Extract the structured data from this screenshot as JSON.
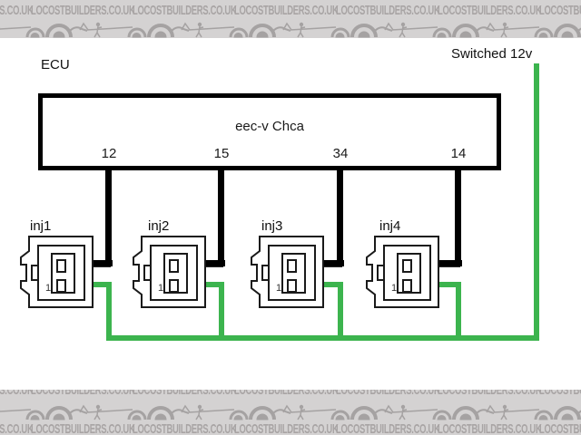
{
  "watermark": {
    "text": "LOCOSTBUILDERS.CO.UK",
    "car_icon": "kit-car-silhouette",
    "bg_color": "#d4d2d2",
    "fg_color": "#a8a4a4"
  },
  "labels": {
    "ecu": "ECU",
    "switched_12v": "Switched 12v"
  },
  "ecu_box": {
    "title": "eec-v Chca",
    "pins": [
      "12",
      "15",
      "34",
      "14"
    ]
  },
  "injectors": [
    {
      "label": "inj1",
      "pin_label": "1",
      "ecu_pin": "12"
    },
    {
      "label": "inj2",
      "pin_label": "1",
      "ecu_pin": "15"
    },
    {
      "label": "inj3",
      "pin_label": "1",
      "ecu_pin": "34"
    },
    {
      "label": "inj4",
      "pin_label": "1",
      "ecu_pin": "14"
    }
  ],
  "colors": {
    "wire_signal": "#000000",
    "wire_12v": "#3cb44e"
  }
}
